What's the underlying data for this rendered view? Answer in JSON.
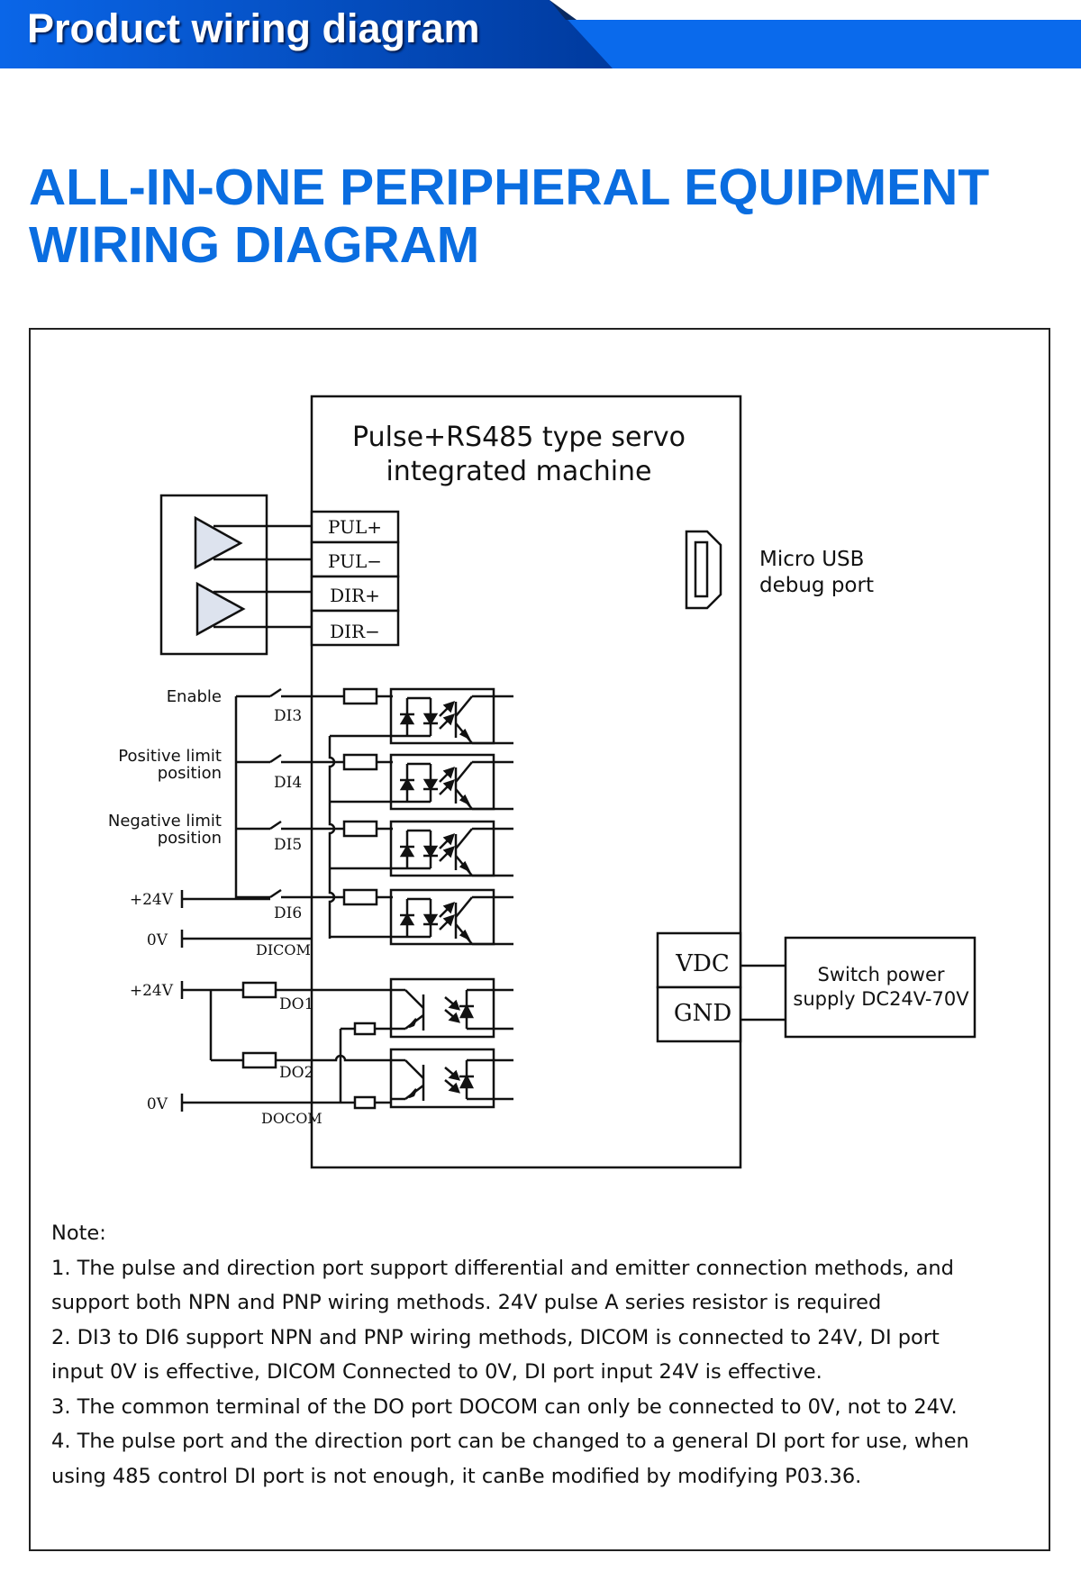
{
  "banner": {
    "title": "Product wiring diagram",
    "colors": {
      "primary": "#0a66e8",
      "dark": "#003fa3"
    }
  },
  "main_title": {
    "line1": "ALL-IN-ONE PERIPHERAL EQUIPMENT",
    "line2": "WIRING DIAGRAM",
    "color": "#0a6de0"
  },
  "diagram": {
    "device": {
      "title_line1": "Pulse+RS485 type servo",
      "title_line2": "integrated machine"
    },
    "pulse_terminals": [
      "PUL+",
      "PUL−",
      "DIR+",
      "DIR−"
    ],
    "usb": {
      "label_line1": "Micro USB",
      "label_line2": "debug port"
    },
    "inputs": [
      {
        "signal_line1": "Enable",
        "signal_line2": "",
        "terminal": "DI3"
      },
      {
        "signal_line1": "Positive limit",
        "signal_line2": "position",
        "terminal": "DI4"
      },
      {
        "signal_line1": "Negative limit",
        "signal_line2": "position",
        "terminal": "DI5"
      },
      {
        "signal_line1": "",
        "signal_line2": "",
        "terminal": "DI6"
      }
    ],
    "input_common": "DICOM",
    "input_supply": {
      "pos": "+24V",
      "neg": "0V"
    },
    "outputs": [
      "DO1",
      "DO2"
    ],
    "output_common": "DOCOM",
    "output_supply": {
      "pos": "+24V",
      "neg": "0V"
    },
    "power_terminals": [
      "VDC",
      "GND"
    ],
    "power_supply": {
      "label_line1": "Switch power",
      "label_line2": "supply DC24V-70V"
    }
  },
  "notes": {
    "heading": "Note:",
    "lines": [
      "1. The pulse and direction port support differential and emitter connection methods, and",
      "support both NPN and PNP wiring methods. 24V pulse A series resistor is required",
      "2. DI3 to DI6 support NPN and PNP wiring methods, DICOM is connected to 24V, DI port",
      "input 0V is effective, DICOM Connected to 0V, DI port input 24V is effective.",
      "3. The common terminal of the DO port DOCOM can only be connected to 0V, not to 24V.",
      "4. The pulse port and the direction port can be changed to a general DI port for use, when",
      "using 485 control DI port is not enough, it canBe modified by modifying P03.36."
    ]
  }
}
